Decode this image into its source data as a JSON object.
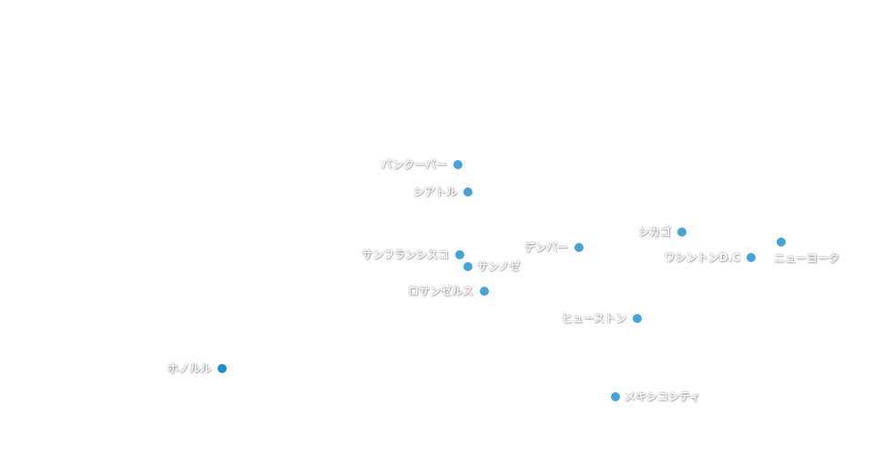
{
  "map": {
    "colors": {
      "dot": "#44a5d4",
      "dot_highlight": "#1a8fcc",
      "label_text": "#ffffff"
    },
    "cities": [
      {
        "id": "vancouver",
        "name": "バンクーバー",
        "label_side": "left"
      },
      {
        "id": "seattle",
        "name": "シアトル",
        "label_side": "left"
      },
      {
        "id": "san-francisco",
        "name": "サンフランシスコ",
        "label_side": "left"
      },
      {
        "id": "san-jose",
        "name": "サンノゼ",
        "label_side": "right"
      },
      {
        "id": "los-angeles",
        "name": "ロサンゼルス",
        "label_side": "left"
      },
      {
        "id": "denver",
        "name": "デンバー",
        "label_side": "left"
      },
      {
        "id": "chicago",
        "name": "シカゴ",
        "label_side": "left"
      },
      {
        "id": "washington-dc",
        "name": "ワシントンD.C",
        "label_side": "left"
      },
      {
        "id": "new-york",
        "name": "ニューヨーク",
        "label_side": "right-below"
      },
      {
        "id": "houston",
        "name": "ヒューストン",
        "label_side": "left"
      },
      {
        "id": "honolulu",
        "name": "ホノルル",
        "label_side": "left",
        "highlight": true
      },
      {
        "id": "mexico-city",
        "name": "メキシコシティ",
        "label_side": "right"
      }
    ]
  }
}
